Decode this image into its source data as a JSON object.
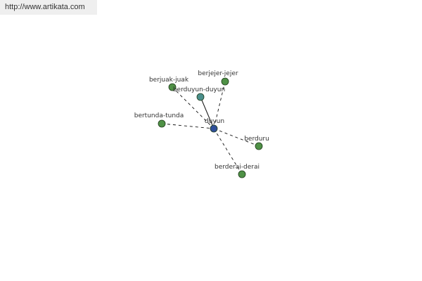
{
  "banner": {
    "url": "http://www.artikata.com"
  },
  "graph": {
    "center": {
      "id": "duyun",
      "label": "duyun",
      "color": "#2f4f9a"
    },
    "nodes": [
      {
        "id": "berjuak-juak",
        "label": "berjuak-juak",
        "color": "#4f9146",
        "link": "dashed"
      },
      {
        "id": "berjejer-jejer",
        "label": "berjejer-jejer",
        "color": "#4f9146",
        "link": "dashed"
      },
      {
        "id": "berduyun-duyun",
        "label": "berduyun-duyun",
        "color": "#4a8f8c",
        "link": "solid"
      },
      {
        "id": "bertunda-tunda",
        "label": "bertunda-tunda",
        "color": "#4f9146",
        "link": "dashed"
      },
      {
        "id": "berduru",
        "label": "berduru",
        "color": "#4f9146",
        "link": "dashed"
      },
      {
        "id": "berderai-derai",
        "label": "berderai-derai",
        "color": "#4f9146",
        "link": "dashed"
      }
    ]
  }
}
